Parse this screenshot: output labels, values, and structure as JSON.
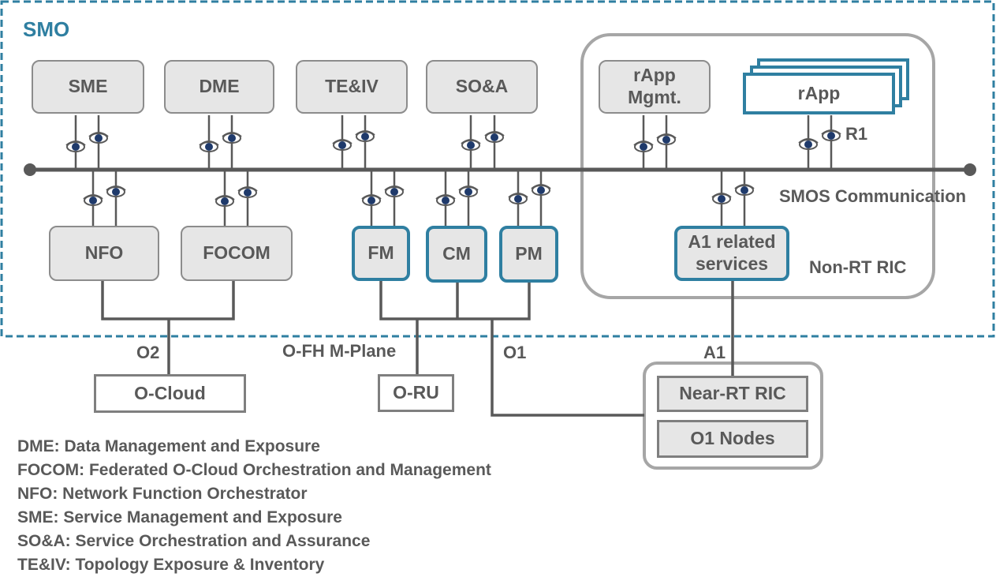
{
  "smo_label": "SMO",
  "functions": {
    "sme": "SME",
    "dme": "DME",
    "teiv": "TE&IV",
    "soa": "SO&A",
    "nfo": "NFO",
    "focom": "FOCOM",
    "fm": "FM",
    "cm": "CM",
    "pm": "PM"
  },
  "non_rt_ric": {
    "label": "Non-RT RIC",
    "rapp_mgmt_line1": "rApp",
    "rapp_mgmt_line2": "Mgmt.",
    "rapp": "rApp",
    "r1": "R1",
    "a1_services_line1": "A1 related",
    "a1_services_line2": "services"
  },
  "bus_label": "SMOS Communication",
  "interfaces": {
    "o2": "O2",
    "ofh": "O-FH M-Plane",
    "o1": "O1",
    "a1": "A1"
  },
  "external": {
    "o_cloud": "O-Cloud",
    "o_ru": "O-RU",
    "near_rt_ric": "Near-RT RIC",
    "o1_nodes": "O1 Nodes"
  },
  "colors": {
    "accent": "#2f7fa1",
    "text": "#595959",
    "box_fill": "#e6e6e6",
    "eye": "#1f3a6b"
  },
  "legend": [
    "DME: Data Management and Exposure",
    "FOCOM: Federated O-Cloud Orchestration and Management",
    "NFO: Network Function Orchestrator",
    "SME: Service Management and Exposure",
    "SO&A: Service Orchestration and Assurance",
    "TE&IV: Topology Exposure & Inventory"
  ]
}
